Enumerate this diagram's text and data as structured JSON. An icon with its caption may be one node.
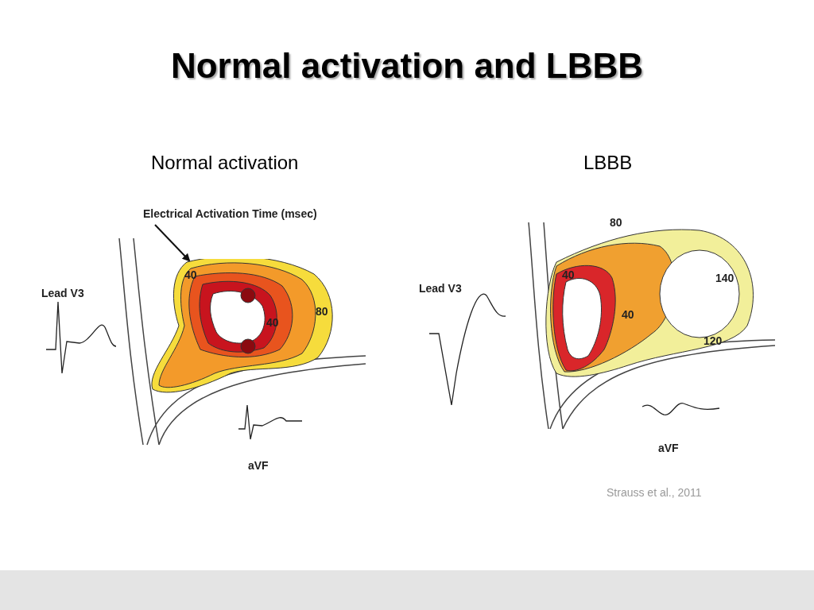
{
  "diagram": {
    "title": "Normal activation and LBBB",
    "nodes": [
      {
        "text": [
          "Electrical Activation Time (msec)"
        ]
      },
      {
        "text": [],
        "shape": "picture"
      }
    ],
    "edges": [
      {
        "from": 0,
        "to": 1,
        "arrow": "to"
      }
    ],
    "labels": [
      "Normal activation",
      "LBBB",
      "Lead V3",
      "40",
      "40",
      "80",
      "aVF",
      "80",
      "Lead V3",
      "40",
      "140",
      "40",
      "120",
      "aVF",
      "Strauss et al., 2011"
    ]
  }
}
